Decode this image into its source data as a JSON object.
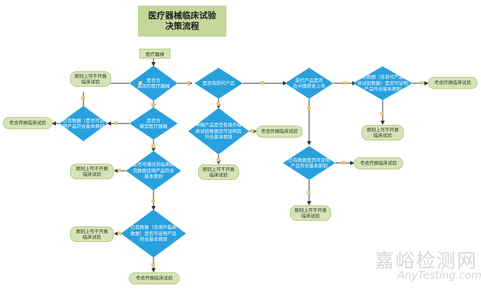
{
  "title": "医疗器械临床试验\n决策流程",
  "start": "医疗器械",
  "decisions": {
    "d1": "是否为\n高风险医疗器械",
    "d2": "是否为\n新型医疗器械",
    "d3": "是否可通过非临床研\n究数据证明产品符合\n基本原则",
    "d4": "已有数据（含境外临床\n数据）是否可证明产品\n符合基本原则",
    "d5": "已有数据（是否可证\n明产品符合基本原则",
    "d6": "是否有前代产品",
    "d7": "申报产品是否有境外临\n床试验数据且可证明其\n符合基本原则",
    "d8": "前代产品是否\n在中国获准上市",
    "d9": "已有数据（含前代产品临\n床试验数据）是否可证明\n产品符合基本原则",
    "d10": "已有数据是否可证明\n产品符合基本原则"
  },
  "outcomes": {
    "no_trial": "原则上可不开展\n临床试验",
    "consider_trial": "考虑开展临床试验"
  },
  "watermark": {
    "cn": "嘉峪检测网",
    "en": "AnyTesting.com"
  },
  "colors": {
    "diamond": "#29a0de",
    "pill": "#d7e3b4",
    "connector": "#333333",
    "junction": "#e8c77a"
  }
}
